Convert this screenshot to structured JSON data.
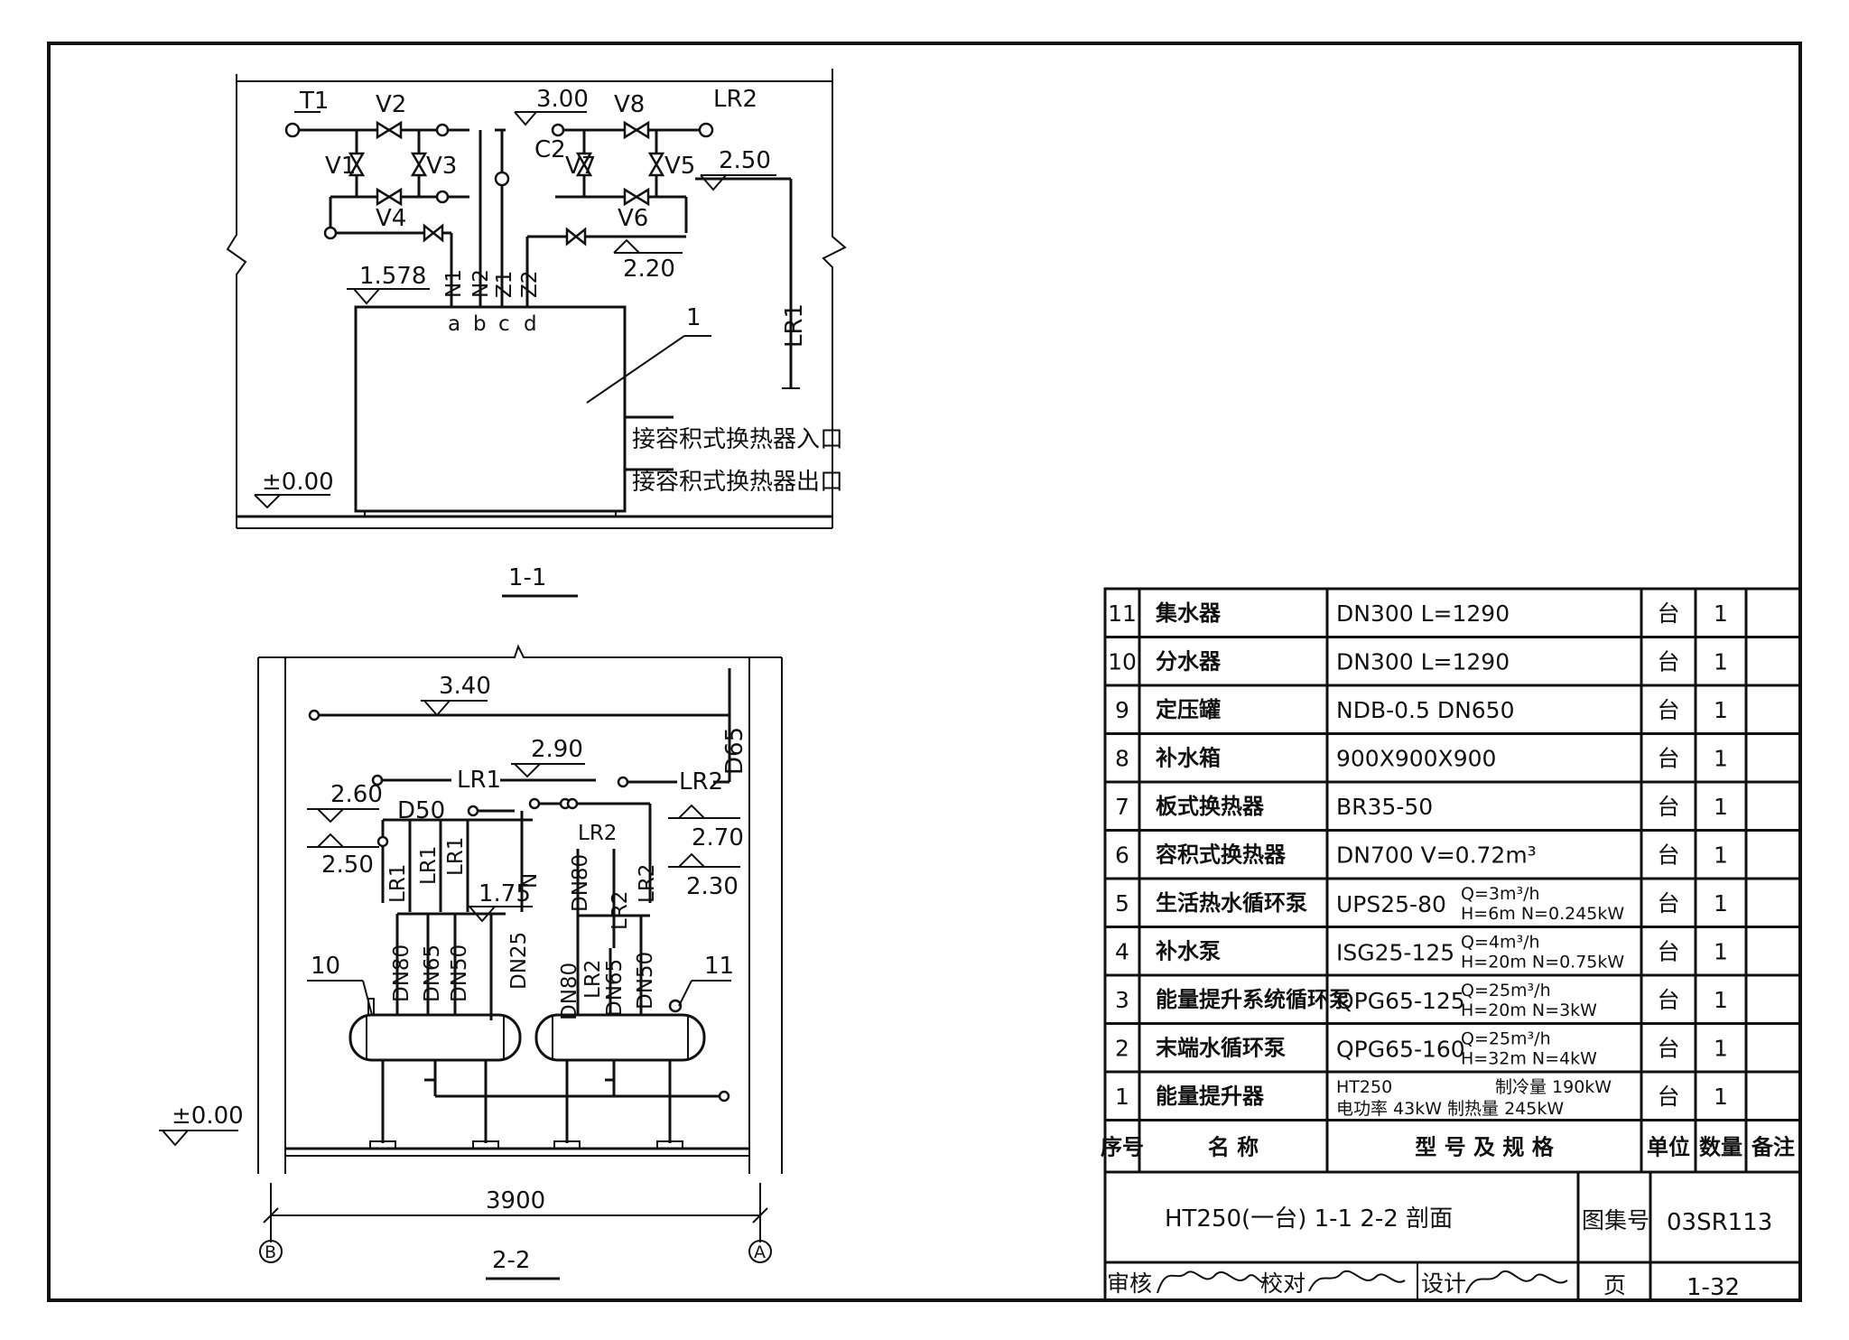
{
  "section_1_1": {
    "title": "1-1",
    "labels": {
      "t1": "T1",
      "v1": "V1",
      "v2": "V2",
      "v3": "V3",
      "v4": "V4",
      "v5": "V5",
      "v6": "V6",
      "v7": "V7",
      "v8": "V8",
      "c2": "C2",
      "lr1": "LR1",
      "lr2": "LR2",
      "n1": "N1",
      "n2": "N2",
      "z1": "Z1",
      "z2": "Z2",
      "a": "a",
      "b": "b",
      "c": "c",
      "d": "d",
      "item": "1",
      "inlet": "接容积式换热器入口",
      "outlet": "接容积式换热器出口"
    },
    "elevations": {
      "e300": "3.00",
      "e250": "2.50",
      "e220": "2.20",
      "e1578": "1.578",
      "e000": "±0.00"
    }
  },
  "section_2_2": {
    "title": "2-2",
    "labels": {
      "lr1a": "LR1",
      "lr2a": "LR2",
      "d50": "D50",
      "d65": "D65",
      "lr1b": "LR1",
      "lr1c": "LR1",
      "lr1d": "LR1",
      "lr2b": "LR2",
      "n": "N",
      "dn80a": "DN80",
      "lr2c": "LR2",
      "lr2d": "LR2",
      "v_dn80": "DN80",
      "v_dn65": "DN65",
      "v_dn50": "DN50",
      "v_dn25": "DN25",
      "v_dn80b": "DN80",
      "v_lr2": "LR2",
      "v_dn65b": "DN65",
      "v_dn50b": "DN50",
      "item10": "10",
      "item11": "11",
      "width": "3900",
      "axis_b": "B",
      "axis_a": "A"
    },
    "elevations": {
      "e340": "3.40",
      "e290": "2.90",
      "e260": "2.60",
      "e250": "2.50",
      "e270": "2.70",
      "e230": "2.30",
      "e175": "1.75",
      "e000": "±0.00"
    }
  },
  "equipment_table": {
    "rows": [
      {
        "no": "11",
        "name": "集水器",
        "spec": "DN300  L=1290",
        "extra1": "",
        "extra2": "",
        "unit": "台",
        "qty": "1",
        "note": ""
      },
      {
        "no": "10",
        "name": "分水器",
        "spec": "DN300  L=1290",
        "extra1": "",
        "extra2": "",
        "unit": "台",
        "qty": "1",
        "note": ""
      },
      {
        "no": "9",
        "name": "定压罐",
        "spec": "NDB-0.5  DN650",
        "extra1": "",
        "extra2": "",
        "unit": "台",
        "qty": "1",
        "note": ""
      },
      {
        "no": "8",
        "name": "补水箱",
        "spec": "900X900X900",
        "extra1": "",
        "extra2": "",
        "unit": "台",
        "qty": "1",
        "note": ""
      },
      {
        "no": "7",
        "name": "板式换热器",
        "spec": "BR35-50",
        "extra1": "",
        "extra2": "",
        "unit": "台",
        "qty": "1",
        "note": ""
      },
      {
        "no": "6",
        "name": "容积式换热器",
        "spec": "DN700  V=0.72m³",
        "extra1": "",
        "extra2": "",
        "unit": "台",
        "qty": "1",
        "note": ""
      },
      {
        "no": "5",
        "name": "生活热水循环泵",
        "spec": "UPS25-80",
        "extra1": "Q=3m³/h",
        "extra2": "H=6m N=0.245kW",
        "unit": "台",
        "qty": "1",
        "note": ""
      },
      {
        "no": "4",
        "name": "补水泵",
        "spec": "ISG25-125",
        "extra1": "Q=4m³/h",
        "extra2": "H=20m N=0.75kW",
        "unit": "台",
        "qty": "1",
        "note": ""
      },
      {
        "no": "3",
        "name": "能量提升系统循环泵",
        "spec": "QPG65-125",
        "extra1": "Q=25m³/h",
        "extra2": "H=20m   N=3kW",
        "unit": "台",
        "qty": "1",
        "note": ""
      },
      {
        "no": "2",
        "name": "末端水循环泵",
        "spec": "QPG65-160",
        "extra1": "Q=25m³/h",
        "extra2": "H=32m   N=4kW",
        "unit": "台",
        "qty": "1",
        "note": ""
      },
      {
        "no": "1",
        "name": "能量提升器",
        "spec": "HT250",
        "extra1": "制冷量   190kW",
        "extra2": "电功率   43kW  制热量   245kW",
        "unit": "台",
        "qty": "1",
        "note": ""
      }
    ],
    "header": {
      "no": "序号",
      "name": "名  称",
      "spec": "型 号 及 规 格",
      "unit": "单位",
      "qty": "数量",
      "note": "备注"
    }
  },
  "title_block": {
    "drawing_title": "HT250(一台)  1-1  2-2  剖面",
    "atlas_label": "图集号",
    "atlas_no": "03SR113",
    "review_label": "审核",
    "check_label": "校对",
    "design_label": "设计",
    "page_label": "页",
    "page_no": "1-32"
  }
}
